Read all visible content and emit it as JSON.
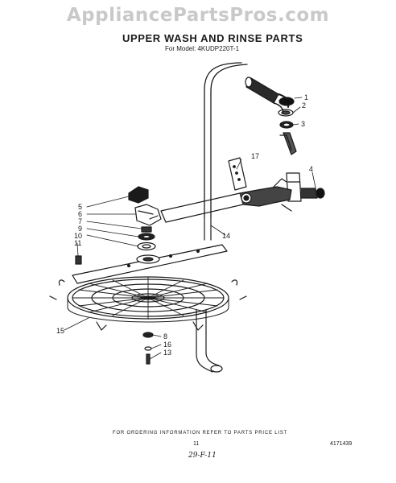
{
  "watermark": "AppliancePartsPros.com",
  "title": "UPPER WASH AND RINSE PARTS",
  "subtitle": "For Model: 4KUDP220T-1",
  "footer": {
    "ordering_note": "FOR ORDERING INFORMATION REFER TO PARTS PRICE LIST",
    "page_number": "11",
    "document_number": "4171439",
    "handwritten_note": "29-F-11"
  },
  "callouts": [
    "1",
    "2",
    "3",
    "4",
    "5",
    "6",
    "7",
    "9",
    "10",
    "11",
    "17",
    "14",
    "15",
    "8",
    "16",
    "13"
  ]
}
